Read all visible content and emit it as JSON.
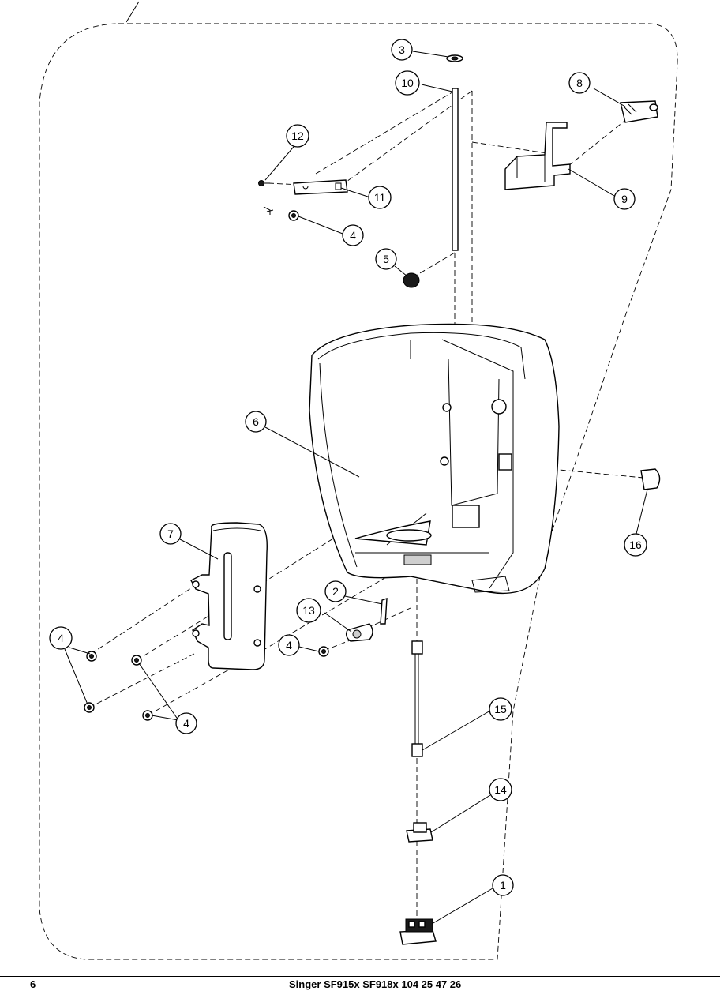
{
  "footer": {
    "page_number": "6",
    "model_text": "Singer SF915x SF918x    104 25 47 26"
  },
  "callouts": {
    "c1": "1",
    "c2": "2",
    "c3": "3",
    "c4a": "4",
    "c4b": "4",
    "c4c": "4",
    "c4d": "4",
    "c5": "5",
    "c6": "6",
    "c7": "7",
    "c8": "8",
    "c9": "9",
    "c10": "10",
    "c11": "11",
    "c12": "12",
    "c13": "13",
    "c14": "14",
    "c15": "15",
    "c16": "16"
  }
}
